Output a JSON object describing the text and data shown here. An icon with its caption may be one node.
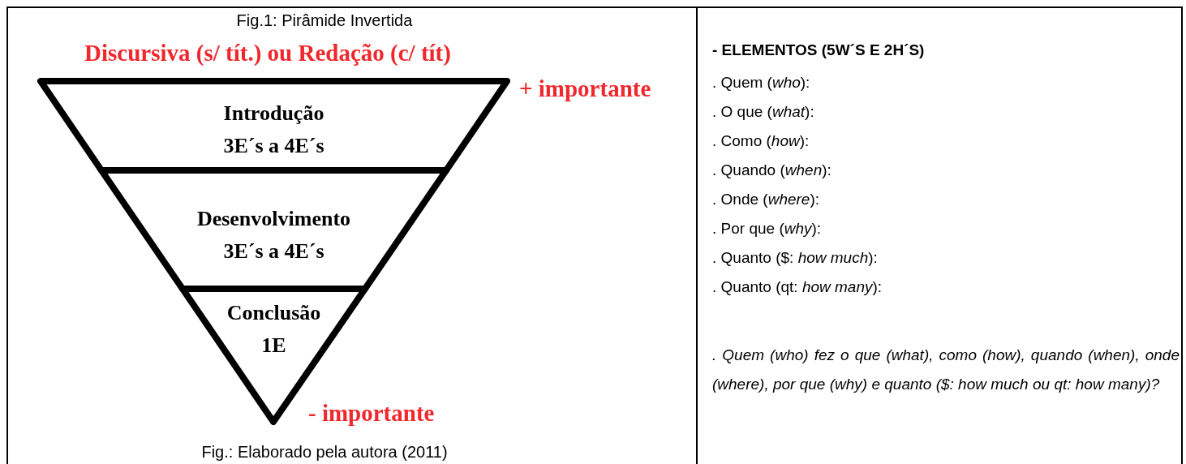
{
  "diagram": {
    "title": "Fig.1: Pirâmide Invertida",
    "caption": "Fig.: Elaborado pela autora (2011)",
    "nodes": [
      {
        "text": [
          "Introdução",
          "3E´s a 4E´s"
        ]
      },
      {
        "text": [
          "Desenvolvimento",
          "3E´s a 4E´s"
        ]
      },
      {
        "text": [
          "Conclusão",
          "1E"
        ]
      }
    ],
    "labels": [
      "Discursiva (s/ tít.) ou Redação (c/ tít)",
      "+ importante",
      "- importante",
      "- ELEMENTOS (5W´S E 2H´S)",
      ". Quem (*who*):",
      ". O que (*what*):",
      ". Como (*how*):",
      ". Quando (*when*):",
      ". Onde (*where*):",
      ". Por que (*why*):",
      ". Quanto ($: *how much*):",
      ". Quanto (qt: *how many*):",
      ". Quem (who) fez o que (what), como (how), quando (when), onde (where), por que (why) e quanto ($: how much ou qt: how many)?"
    ]
  }
}
